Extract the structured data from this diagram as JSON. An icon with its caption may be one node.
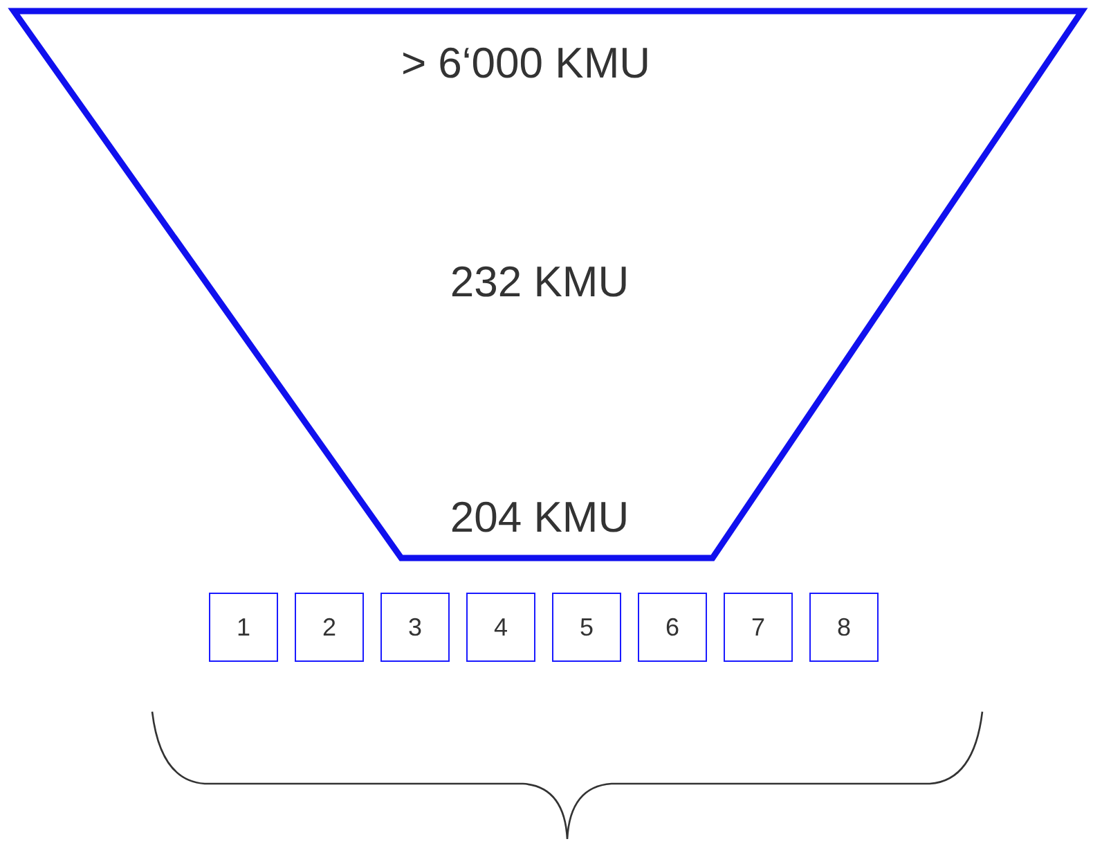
{
  "diagram": {
    "nodes": [
      {
        "text": [
          "> 6‘000 KMU",
          "232 KMU",
          "204 KMU"
        ]
      },
      {
        "text": [
          "1"
        ]
      },
      {
        "text": [
          "2"
        ]
      },
      {
        "text": [
          "3"
        ]
      },
      {
        "text": [
          "4"
        ]
      },
      {
        "text": [
          "5"
        ]
      },
      {
        "text": [
          "6"
        ]
      },
      {
        "text": [
          "7"
        ]
      },
      {
        "text": [
          "8"
        ]
      }
    ]
  }
}
